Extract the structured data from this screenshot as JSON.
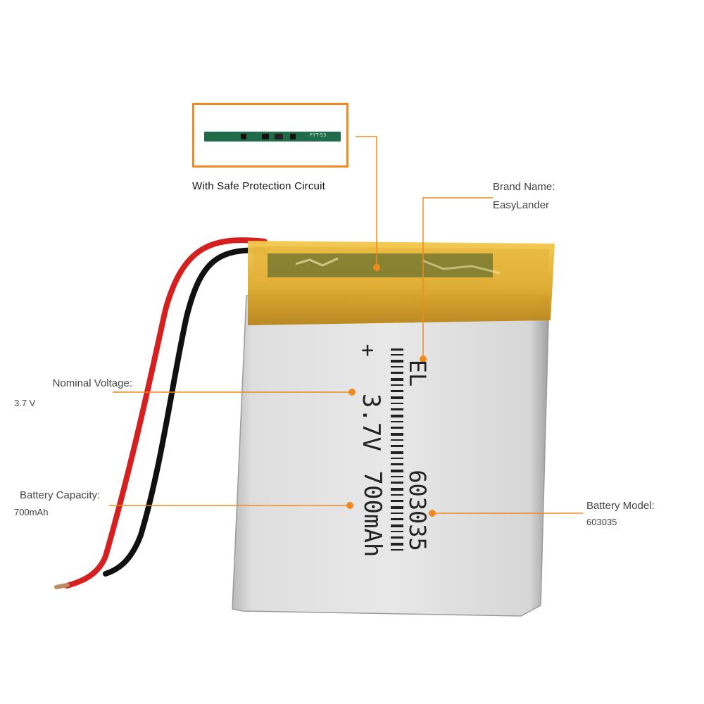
{
  "callouts": {
    "protection_circuit": {
      "caption": "With Safe Protection Circuit",
      "pcb_label": "FYT-53"
    },
    "brand": {
      "title": "Brand Name:",
      "value": "EasyLander"
    },
    "voltage": {
      "title": "Nominal Voltage:",
      "value": "3.7 V"
    },
    "capacity": {
      "title": "Battery  Capacity:",
      "value": "700mAh"
    },
    "model": {
      "title": "Battery Model:",
      "value": "603035"
    }
  },
  "battery_print": {
    "polarity": "+",
    "brand_mark": "EL",
    "voltage": "3.7V",
    "model": "603035",
    "capacity": "700mAh"
  },
  "colors": {
    "accent": "#f08a1e",
    "kapton": "#d7a52a",
    "cell": "#d9d9d9",
    "pcb": "#1f6b4a",
    "wire_red": "#d62020",
    "wire_black": "#111111"
  }
}
